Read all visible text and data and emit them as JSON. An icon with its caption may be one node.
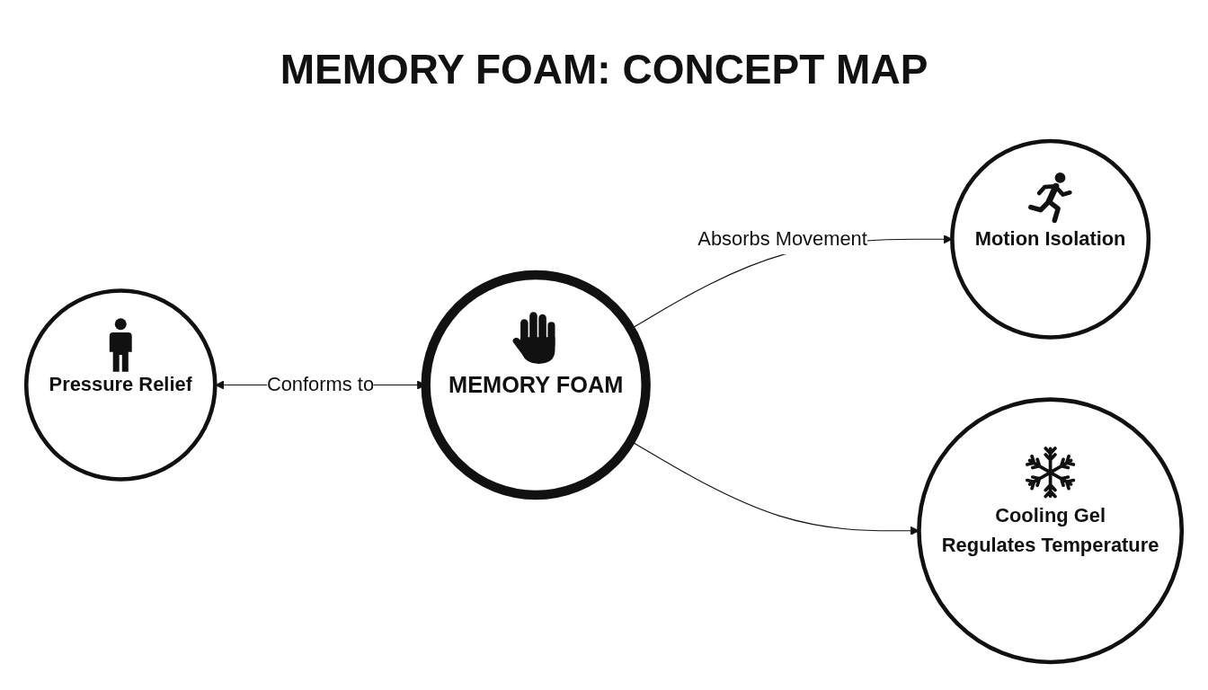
{
  "diagram": {
    "title": "MEMORY FOAM: CONCEPT MAP",
    "nodes": [
      {
        "text": [
          "Pressure Relief"
        ]
      },
      {
        "text": [
          "MEMORY FOAM"
        ]
      },
      {
        "text": [
          "Motion Isolation"
        ]
      },
      {
        "text": [
          "Cooling Gel",
          "Regulates Temperature"
        ]
      }
    ],
    "edges": [
      {
        "from": 0,
        "to": 1,
        "arrow": "both",
        "label": "Conforms to"
      },
      {
        "from": 1,
        "to": 2,
        "arrow": "to",
        "label": "Absorbs Movement"
      },
      {
        "from": 1,
        "to": 3,
        "arrow": "to"
      }
    ]
  }
}
